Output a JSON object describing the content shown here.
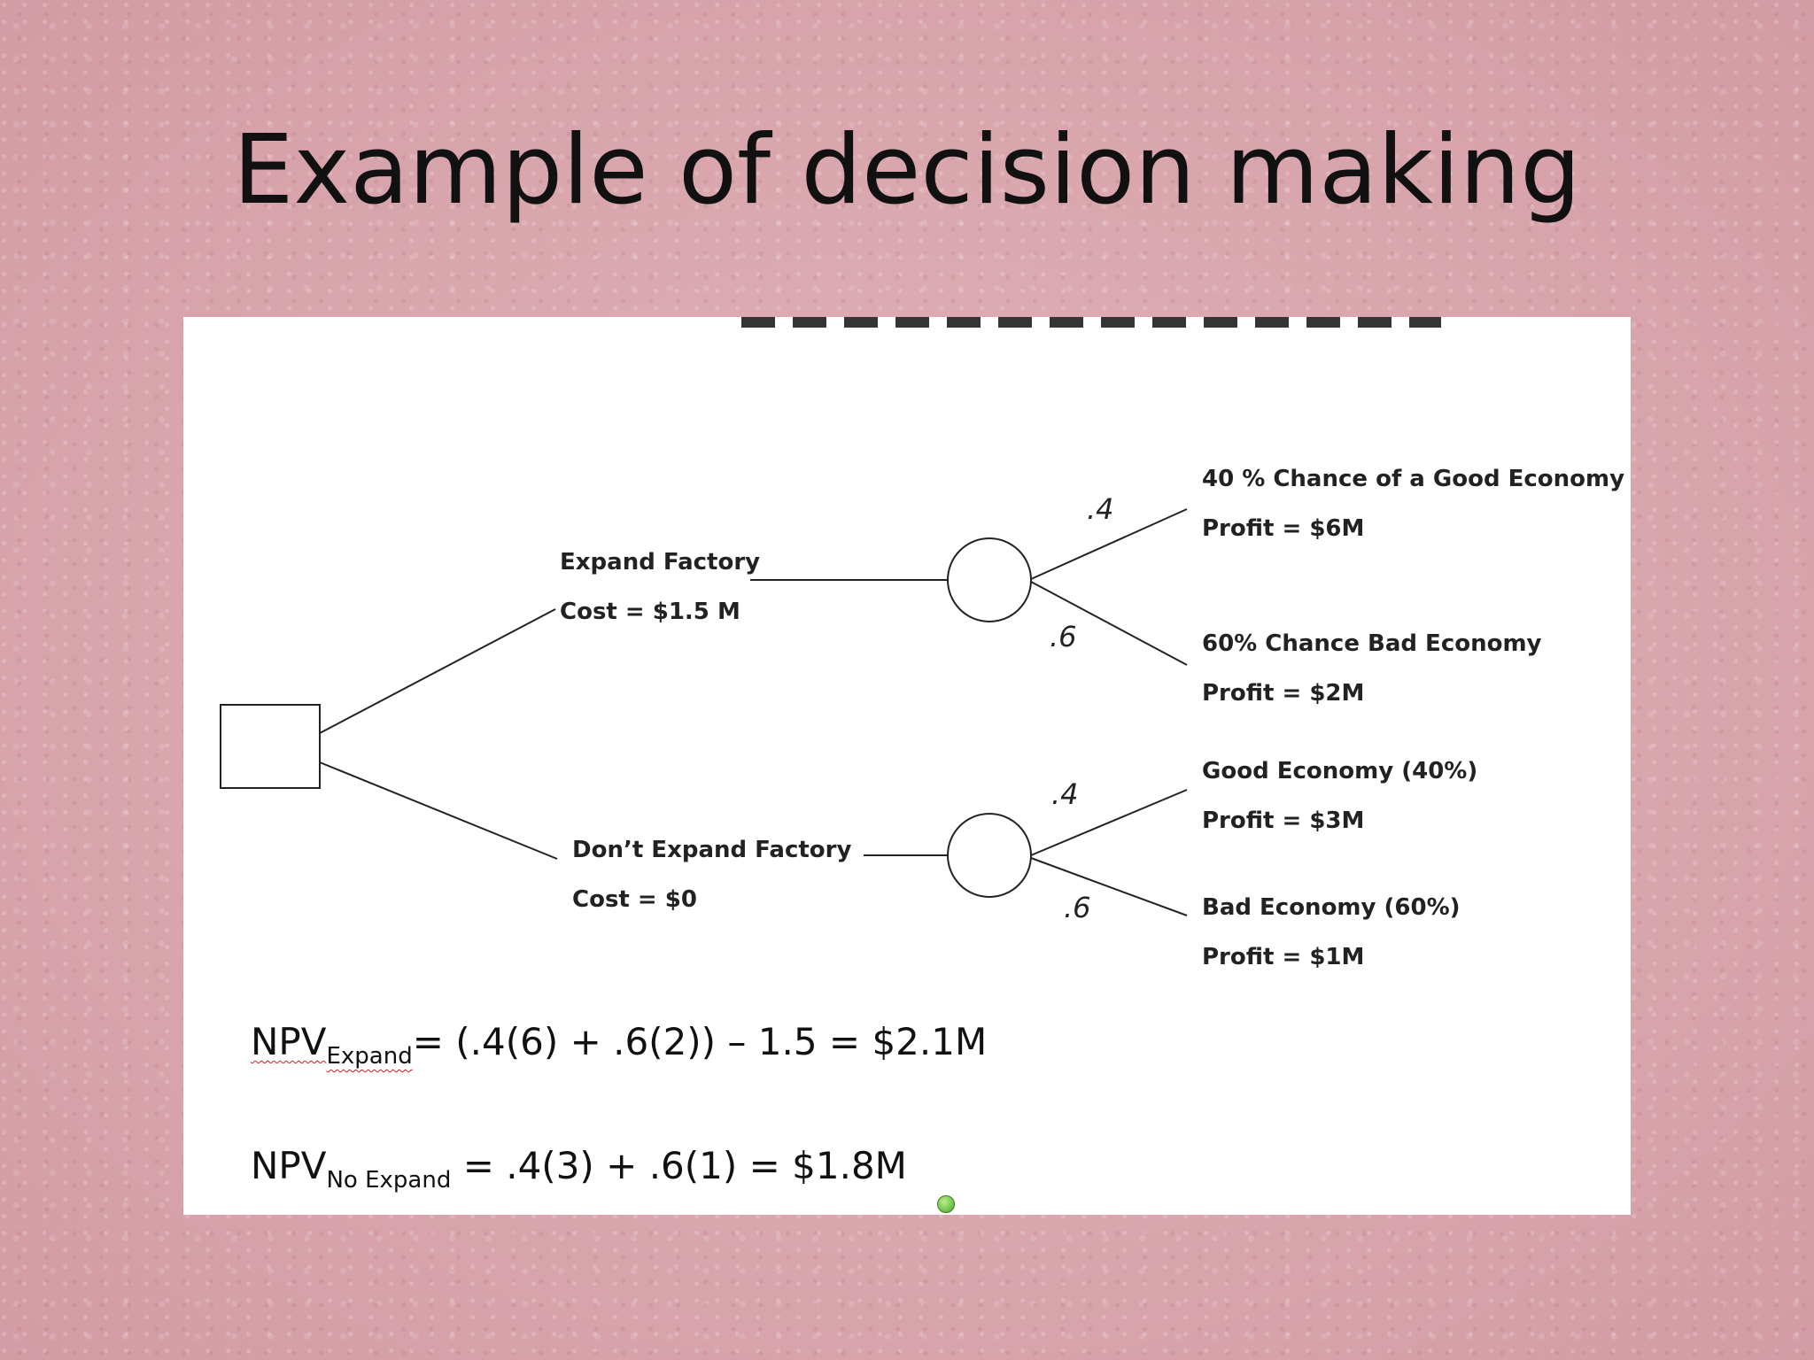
{
  "slide": {
    "title": "Example of decision making"
  },
  "tree": {
    "expand": {
      "label": "Expand Factory",
      "cost": "Cost = $1.5  M"
    },
    "no_expand": {
      "label": "Don’t Expand Factory",
      "cost": "Cost = $0"
    },
    "probs": {
      "expand_good": ".4",
      "expand_bad": ".6",
      "noexpand_good": ".4",
      "noexpand_bad": ".6"
    },
    "outcomes": [
      {
        "label": "40 % Chance of a Good Economy",
        "profit": "Profit = $6M"
      },
      {
        "label": "60% Chance Bad  Economy",
        "profit": "Profit = $2M"
      },
      {
        "label": "Good Economy (40%)",
        "profit": "Profit = $3M"
      },
      {
        "label": "Bad Economy (60%)",
        "profit": "Profit = $1M"
      }
    ]
  },
  "formulas": {
    "expand": {
      "npv": "NPV",
      "sub": "Expand",
      "rhs": "= (.4(6) + .6(2)) – 1.5 = $2.1M"
    },
    "no_expand": {
      "npv": "NPV",
      "sub": "No Expand",
      "rhs": " = .4(3) + .6(1) = $1.8M"
    }
  }
}
